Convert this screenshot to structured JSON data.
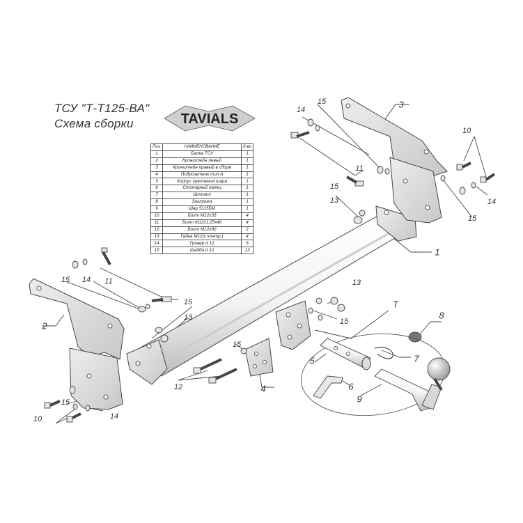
{
  "header": {
    "title_line1": "ТСУ \"Т-Т125-ВА\"",
    "title_line2": "Схема сборки",
    "logo_text": "TAVIALS"
  },
  "parts_table": {
    "columns": [
      "Поз.",
      "НАИМЕНОВАНИЕ",
      "К-во"
    ],
    "rows": [
      [
        "1",
        "Балка ТСУ",
        "1"
      ],
      [
        "2",
        "Кронштейн левый",
        "1"
      ],
      [
        "3",
        "Кронштейн правый в сборе",
        "1"
      ],
      [
        "4",
        "Подрозетник тип А",
        "1"
      ],
      [
        "5",
        "Корпус крепления шара",
        "1"
      ],
      [
        "6",
        "Стопорный палец",
        "1"
      ],
      [
        "7",
        "Шплинт",
        "1"
      ],
      [
        "8",
        "Заглушка",
        "1"
      ],
      [
        "9",
        "Шар 5115БМ",
        "1"
      ],
      [
        "10",
        "Болт М12х35",
        "4"
      ],
      [
        "11",
        "Болт М12х1,25х40",
        "4"
      ],
      [
        "12",
        "Болт М12х90",
        "2"
      ],
      [
        "13",
        "Гайка М12(с контр.)",
        "4"
      ],
      [
        "14",
        "Гровер d 12",
        "6"
      ],
      [
        "15",
        "Шайба d 12",
        "13"
      ]
    ]
  },
  "callouts": {
    "c1": "1",
    "c2": "2",
    "c3": "3",
    "c4": "4",
    "c5": "5",
    "c6": "6",
    "c7": "7",
    "c8": "8",
    "c9": "9",
    "c10a": "10",
    "c10b": "10",
    "c11a": "11",
    "c11b": "11",
    "c12": "12",
    "c13a": "13",
    "c13b": "13",
    "c13c": "13",
    "c14a": "14",
    "c14b": "14",
    "c14c": "14",
    "c14d": "14",
    "c15a": "15",
    "c15b": "15",
    "c15c": "15",
    "c15d": "15",
    "c15e": "15",
    "c15f": "15",
    "c15g": "15",
    "c15h": "15",
    "cT": "T"
  }
}
